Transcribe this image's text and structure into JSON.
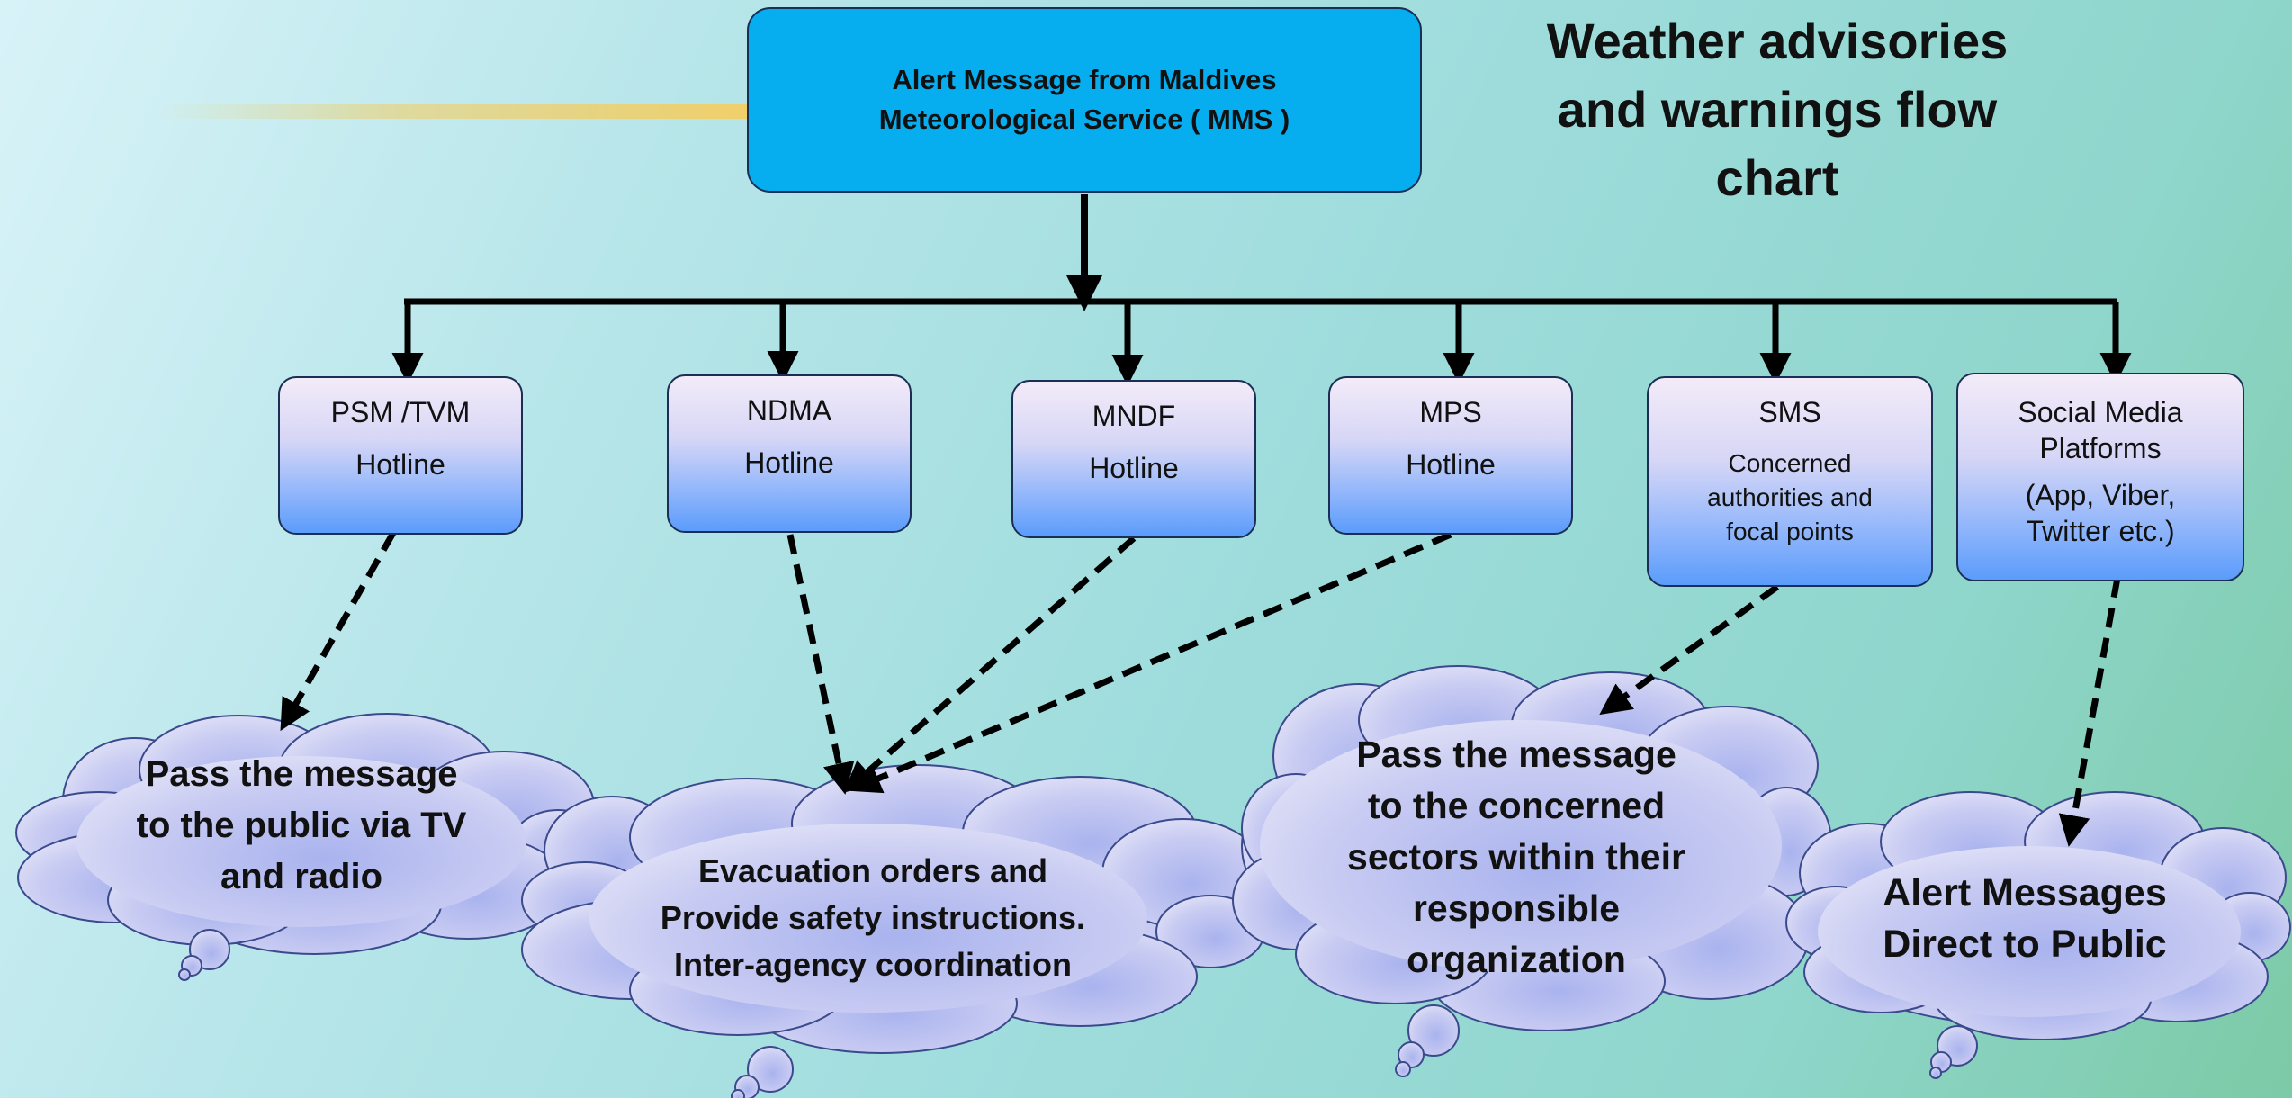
{
  "title": {
    "lines": [
      "Weather advisories",
      "and warnings flow",
      "chart"
    ]
  },
  "root": {
    "lines": [
      "Alert Message from Maldives",
      "Meteorological Service ( MMS )"
    ]
  },
  "channels": [
    {
      "name": "PSM /TVM",
      "sub": [
        "Hotline"
      ]
    },
    {
      "name": "NDMA",
      "sub": [
        "Hotline"
      ]
    },
    {
      "name": "MNDF",
      "sub": [
        "Hotline"
      ]
    },
    {
      "name": "MPS",
      "sub": [
        "Hotline"
      ]
    },
    {
      "name": "SMS",
      "sub": [
        "Concerned",
        "authorities and",
        "focal points"
      ]
    },
    {
      "name": "Social Media Platforms",
      "sub": [
        "(App, Viber,",
        "Twitter etc.)"
      ]
    }
  ],
  "outcomes": [
    {
      "lines": [
        "Pass the message",
        "to the public via TV",
        "and radio"
      ]
    },
    {
      "lines": [
        "Evacuation orders and",
        "Provide safety instructions.",
        "Inter-agency coordination"
      ]
    },
    {
      "lines": [
        "Pass the message",
        "to the concerned",
        "sectors within their",
        "responsible",
        "organization"
      ]
    },
    {
      "lines": [
        "Alert Messages",
        "Direct to Public"
      ]
    }
  ],
  "colors": {
    "root_fill": "#06aef0",
    "accent_bar": "#f0cf6a",
    "line": "#000000",
    "cloud_fill": "#c6c8f1",
    "cloud_stroke": "#3b4a8c"
  }
}
